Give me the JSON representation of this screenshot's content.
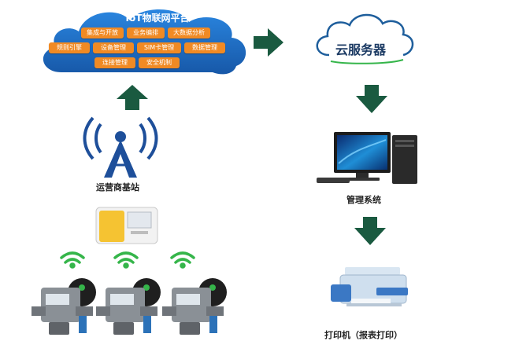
{
  "platform": {
    "title": "IoT物联网平台",
    "modules": [
      "集成与开放",
      "业务编排",
      "大数据分析",
      "规则引擎",
      "设备管理",
      "SIM卡管理",
      "数据管理",
      "连接管理",
      "安全机制"
    ]
  },
  "cloud_server": {
    "label": "云服务器"
  },
  "base_station": {
    "label": "运营商基站"
  },
  "management": {
    "label": "管理系统"
  },
  "printer": {
    "label": "打印机（报表打印）"
  },
  "colors": {
    "cloud_blue": "#1e6fc8",
    "module_orange": "#f08a24",
    "arrow_green": "#1a5a40",
    "tower_blue": "#1e4f9a",
    "wifi_green": "#35b54a"
  }
}
